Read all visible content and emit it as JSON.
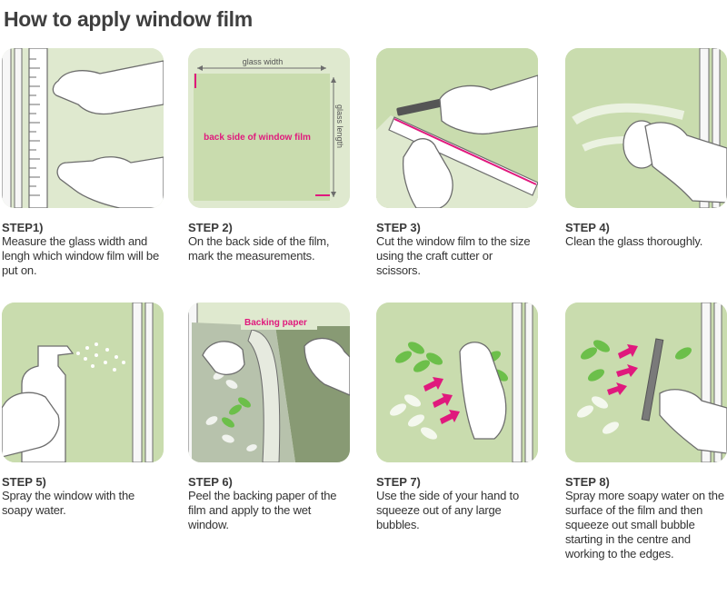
{
  "title": "How to apply window film",
  "colors": {
    "panel_green": "#dfe9cf",
    "glass_green": "#c9dcae",
    "frame_white": "#f7f7f7",
    "line_gray": "#6d6d6d",
    "accent_magenta": "#e0197d",
    "leaf_green": "#6cbf4a"
  },
  "diagram_labels": {
    "glass_width": "glass width",
    "glass_length": "glass length",
    "back_side": "back side of window film",
    "backing_paper": "Backing paper"
  },
  "steps": [
    {
      "label": "STEP1)",
      "text": "Measure the glass width and lengh which window film will be put on."
    },
    {
      "label": "STEP 2)",
      "text": "On the back side of the film, mark the measurements."
    },
    {
      "label": "STEP 3)",
      "text": "Cut the window film to the size using the craft cutter or scissors."
    },
    {
      "label": "STEP 4)",
      "text": "Clean the glass thoroughly."
    },
    {
      "label": "STEP 5)",
      "text": "Spray the window with the soapy water."
    },
    {
      "label": "STEP 6)",
      "text": "Peel the backing paper of the film and apply to the wet window."
    },
    {
      "label": "STEP 7)",
      "text": "Use the side of your hand to squeeze out of any large bubbles."
    },
    {
      "label": "STEP 8)",
      "text": "Spray more soapy water on the surface of the film and then squeeze out small bubble starting in the centre and working to the edges."
    }
  ]
}
